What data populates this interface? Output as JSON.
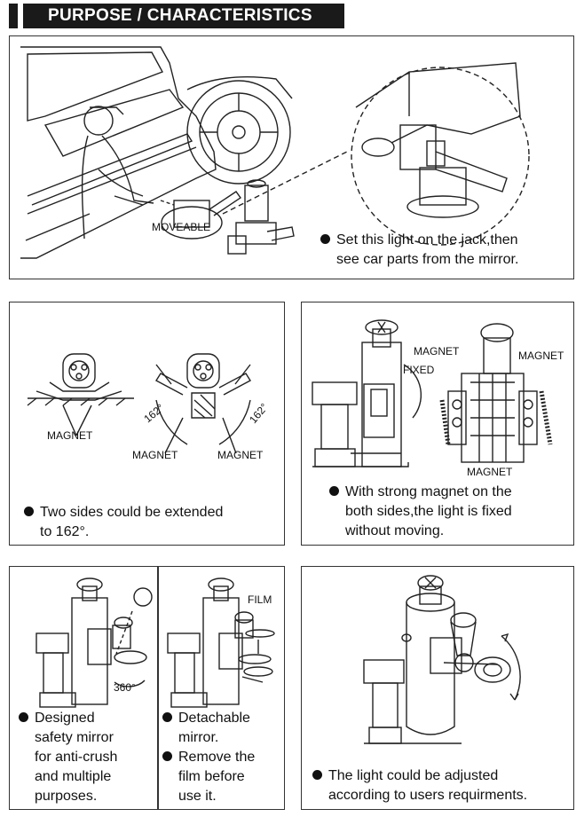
{
  "header": {
    "title": "PURPOSE / CHARACTERISTICS"
  },
  "panel1": {
    "label_moveable": "MOVEABLE",
    "caption_line1": "Set this light on the jack,then",
    "caption_line2": "see car parts from the mirror."
  },
  "panel2": {
    "label_magnet_left": "MAGNET",
    "label_magnet_b1": "MAGNET",
    "label_magnet_b2": "MAGNET",
    "angle_left": "162°",
    "angle_right": "162°",
    "caption_line1": "Two sides could be extended",
    "caption_line2": "to 162°."
  },
  "panel3": {
    "label_magnet_top": "MAGNET",
    "label_magnet_right": "MAGNET",
    "label_magnet_bottom": "MAGNET",
    "label_fixed": "FIXED",
    "caption_line1": "With strong magnet on the",
    "caption_line2": "both sides,the light is fixed",
    "caption_line3": "without moving."
  },
  "panel4": {
    "left": {
      "angle": "360°",
      "caption_lines": [
        "Designed",
        "safety mirror",
        "for anti-crush",
        "and multiple",
        "purposes."
      ]
    },
    "right": {
      "label_film": "FILM",
      "caption_a_lines": [
        "Detachable",
        "mirror."
      ],
      "caption_b_lines": [
        "Remove the",
        "film before",
        "use it."
      ]
    }
  },
  "panel5": {
    "caption_line1": "The light could be adjusted",
    "caption_line2": "according to users requirments."
  }
}
